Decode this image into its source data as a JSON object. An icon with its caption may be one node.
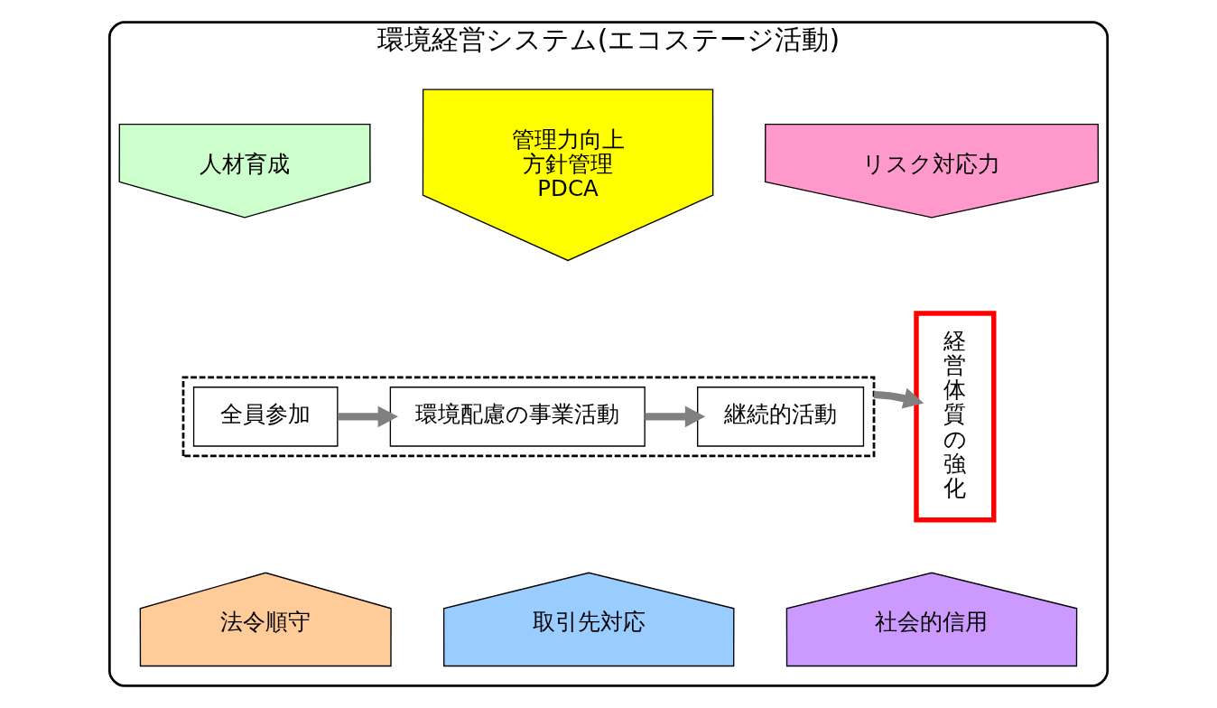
{
  "diagram": {
    "nodes": [
      {
        "text": [
          "環境経営システム(エコステージ活動)"
        ]
      },
      {
        "text": [
          "人材育成"
        ],
        "in": 0
      },
      {
        "text": [
          "管理力向上",
          "方針管理",
          "PDCA"
        ],
        "in": 0
      },
      {
        "text": [
          "リスク対応力"
        ],
        "in": 0
      },
      {
        "text": [],
        "shape": "box",
        "in": 0
      },
      {
        "text": [
          "全員参加"
        ],
        "in": 4
      },
      {
        "text": [
          "環境配慮の事業活動"
        ],
        "in": 4
      },
      {
        "text": [
          "継続的活動"
        ],
        "in": 4
      },
      {
        "text": [
          "経営体質の強化"
        ],
        "in": 0
      },
      {
        "text": [
          "法令順守"
        ],
        "in": 0
      },
      {
        "text": [
          "取引先対応"
        ],
        "in": 0
      },
      {
        "text": [
          "社会的信用"
        ],
        "in": 0
      }
    ],
    "edges": [
      {
        "from": 5,
        "to": 6,
        "arrow": "to"
      },
      {
        "from": 6,
        "to": 7,
        "arrow": "to"
      },
      {
        "from": 4,
        "to": 8,
        "arrow": "to"
      }
    ]
  }
}
